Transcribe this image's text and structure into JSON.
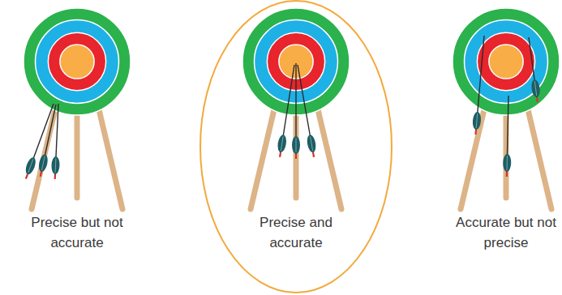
{
  "diagram": {
    "labels": [
      "Precise but not accurate",
      "Precise and accurate",
      "Accurate but not precise"
    ]
  }
}
